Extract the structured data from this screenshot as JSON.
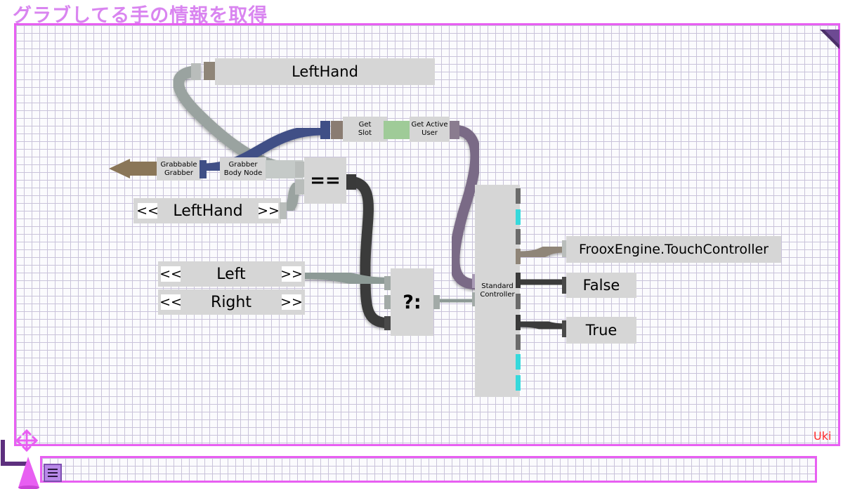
{
  "title": "グラブしてる手の情報を取得",
  "owner": "Uki",
  "colors": {
    "frame": "#e85ff2",
    "title": "#d985f0",
    "node_bg": "#d6d6d6",
    "wire_slot": "#3f4f86",
    "wire_user": "#7a6a86",
    "wire_bool": "#3a3a3a",
    "wire_enum": "#8d9a96",
    "wire_type": "#8f8578",
    "wire_grabber": "#8a7658",
    "wire_cyan": "#36d9dc",
    "owner_text": "#ff2a2a"
  },
  "icons": {
    "corner": "corner-triangle-icon",
    "menu": "menu-icon",
    "move": "move-arrows-icon"
  },
  "nodes": {
    "lefthand_top": "LeftHand",
    "get_slot": "Get\nSlot",
    "get_active_user": "Get Active\nUser",
    "grabbable_grabber": "Grabbable\nGrabber",
    "grabber_body_node": "Grabber\nBody Node",
    "equals": "==",
    "conditional": "?:",
    "standard_controller": "Standard\nController",
    "touch_controller": "FrooxEngine.TouchController",
    "false_value": "False",
    "true_value": "True"
  },
  "enum_fields": {
    "lefthand": {
      "prev": "<<",
      "value": "LeftHand",
      "next": ">>"
    },
    "left": {
      "prev": "<<",
      "value": "Left",
      "next": ">>"
    },
    "right": {
      "prev": "<<",
      "value": "Right",
      "next": ">>"
    }
  }
}
